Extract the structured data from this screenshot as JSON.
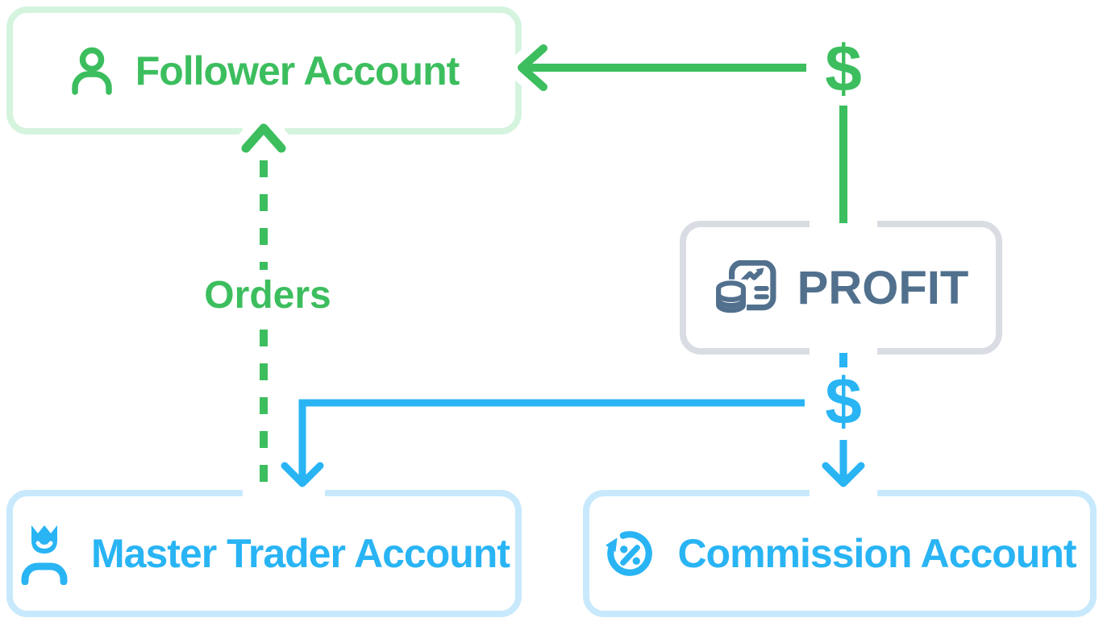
{
  "diagram": {
    "nodes": {
      "follower": {
        "label": "Follower Account",
        "icon": "user-icon",
        "color": "#3cbe5e"
      },
      "profit": {
        "label": "PROFIT",
        "icon": "profit-report-icon",
        "color": "#51708d"
      },
      "master": {
        "label": "Master Trader Account",
        "icon": "master-crown-icon",
        "color": "#29b4f4"
      },
      "commission": {
        "label": "Commission Account",
        "icon": "commission-rotate-icon",
        "color": "#29b4f4"
      }
    },
    "edges": [
      {
        "from": "master",
        "to": "follower",
        "label": "Orders",
        "style": "dashed",
        "color": "green"
      },
      {
        "from": "profit",
        "to": "follower",
        "label": "$",
        "style": "solid",
        "color": "green"
      },
      {
        "from": "profit",
        "to": "master",
        "label": "$",
        "style": "solid",
        "color": "blue"
      },
      {
        "from": "profit",
        "to": "commission",
        "label": "$",
        "style": "solid",
        "color": "blue"
      }
    ],
    "labels": {
      "orders": "Orders",
      "dollar_green": "$",
      "dollar_blue": "$"
    },
    "colors": {
      "green": "#3cbe5e",
      "light_green": "#d5f4de",
      "blue": "#29b4f4",
      "light_blue": "#c8e9fc",
      "slate": "#51708d",
      "light_gray": "#d9dde3"
    }
  }
}
